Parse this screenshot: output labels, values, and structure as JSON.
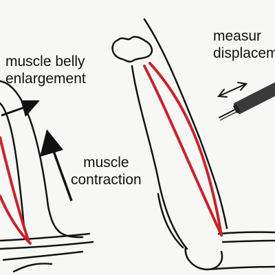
{
  "labels": {
    "belly_line1": "muscle belly",
    "belly_line2": "enlargement",
    "contraction_line1": "muscle",
    "contraction_line2": "contraction",
    "measure_line1": "measur",
    "measure_line2": "displacem"
  },
  "colors": {
    "ink": "#111111",
    "muscle": "#c8232a",
    "background": "#f7f7f5",
    "sensor": "#3a3a3a"
  }
}
